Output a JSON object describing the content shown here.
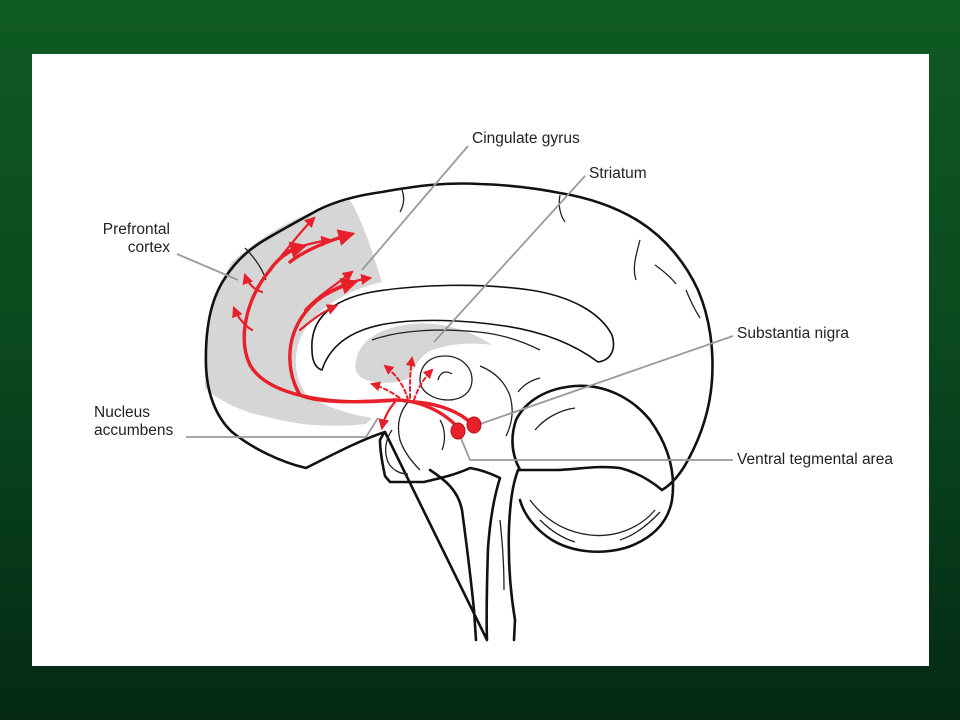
{
  "labels": {
    "cingulate_gyrus": "Cingulate gyrus",
    "striatum": "Striatum",
    "prefrontal_cortex_line1": "Prefrontal",
    "prefrontal_cortex_line2": "cortex",
    "substantia_nigra": "Substantia nigra",
    "nucleus_accumbens_line1": "Nucleus",
    "nucleus_accumbens_line2": "accumbens",
    "ventral_tegmental_area": "Ventral tegmental area"
  },
  "colors": {
    "background_green": "#0b4a1e",
    "panel": "#ffffff",
    "pathway_red": "#e8202a",
    "shaded_region": "#d6d6d6",
    "leader_line": "#9a9a9a"
  }
}
